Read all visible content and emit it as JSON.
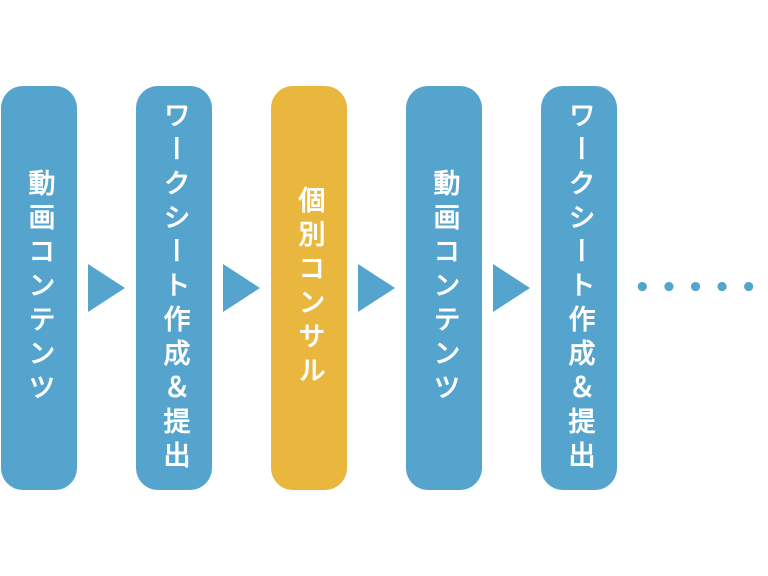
{
  "diagram": {
    "title": "program-flow",
    "colors": {
      "blue": "#54a4ce",
      "yellow": "#e9b63e",
      "label_text": "#ffffff",
      "background": "#ffffff"
    },
    "steps": [
      {
        "label": "動画コンテンツ",
        "color": "blue"
      },
      {
        "label": "ワークシート作成＆提出",
        "color": "blue"
      },
      {
        "label": "個別コンサル",
        "color": "yellow"
      },
      {
        "label": "動画コンテンツ",
        "color": "blue"
      },
      {
        "label": "ワークシート作成＆提出",
        "color": "blue"
      }
    ],
    "ellipsis": "•••••"
  }
}
